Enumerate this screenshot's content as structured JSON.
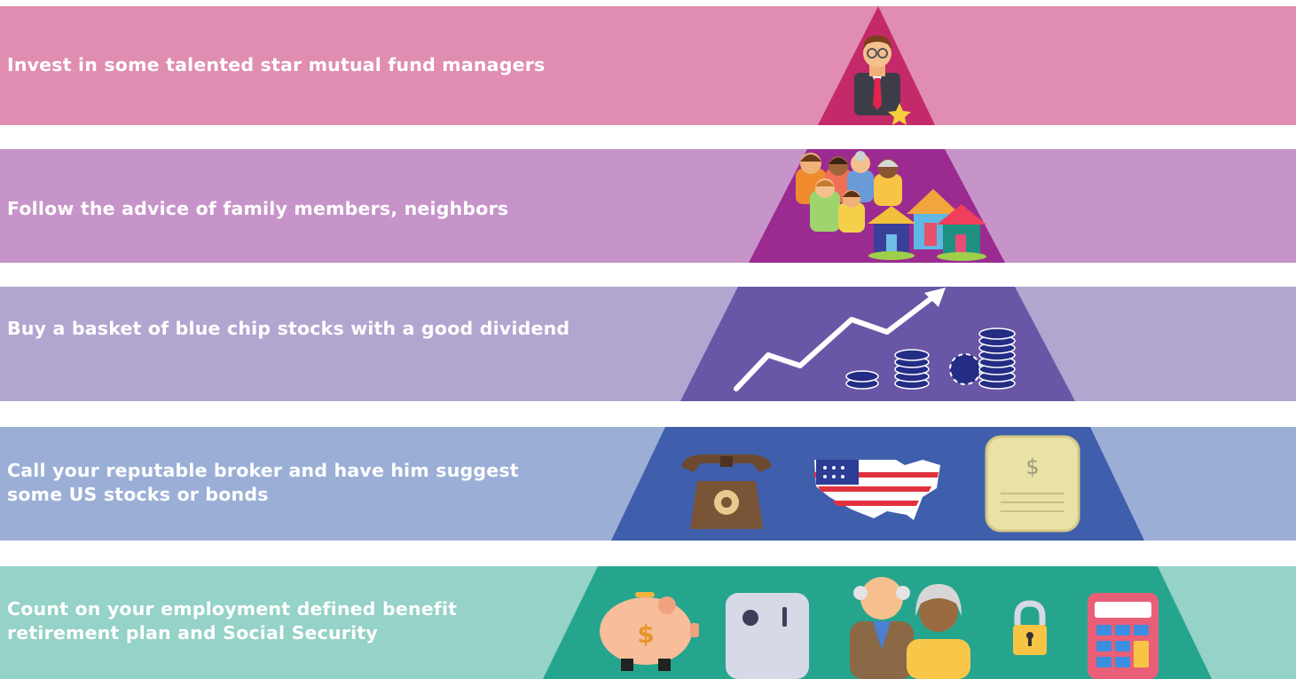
{
  "pyramid": {
    "levels": [
      {
        "id": "star-managers",
        "label": "Invest in some talented star mutual fund managers",
        "band_color": "#e08db1",
        "triangle_color": "#c42a69",
        "icons": [
          "businessman-icon",
          "star-icon"
        ]
      },
      {
        "id": "family-advice",
        "label": "Follow the advice of family members, neighbors",
        "band_color": "#c794c9",
        "triangle_color": "#9b2b91",
        "icons": [
          "family-group-icon",
          "house-icon"
        ]
      },
      {
        "id": "blue-chip",
        "label": "Buy a basket of blue chip stocks with a good dividend",
        "band_color": "#b2a6d1",
        "triangle_color": "#6a56a6",
        "icons": [
          "trend-arrow-icon",
          "coin-stack-icon"
        ]
      },
      {
        "id": "broker",
        "label": "Call your reputable broker and have him suggest some US stocks or bonds",
        "band_color": "#9bafd6",
        "triangle_color": "#3f5eac",
        "icons": [
          "telephone-icon",
          "us-map-flag-icon",
          "bond-certificate-icon"
        ]
      },
      {
        "id": "retirement-plan",
        "label": "Count on your employment defined benefit retirement plan and Social Security",
        "band_color": "#95d2c7",
        "triangle_color": "#26a58e",
        "icons": [
          "piggy-bank-icon",
          "safe-icon",
          "elderly-couple-icon",
          "padlock-icon",
          "calculator-icon"
        ]
      }
    ]
  }
}
